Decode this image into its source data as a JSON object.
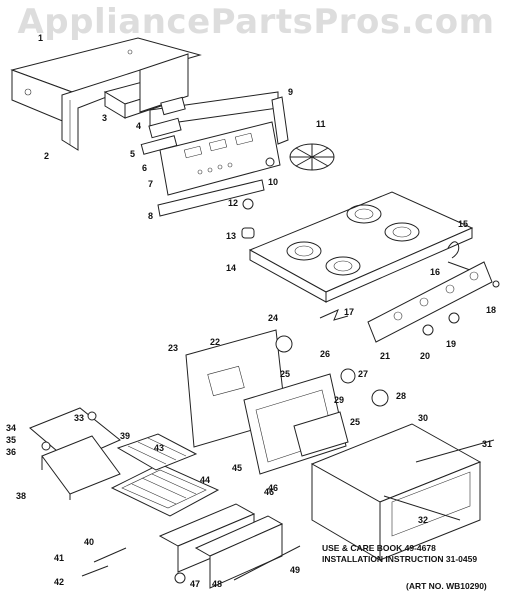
{
  "watermark": "AppliancePartsPros.com",
  "notes": {
    "line1": "USE & CARE BOOK 49-4678",
    "line2": "INSTALLATION INSTRUCTION 31-0459",
    "art": "(ART NO. WB10290)"
  },
  "callouts": [
    "1",
    "2",
    "3",
    "4",
    "5",
    "6",
    "7",
    "8",
    "9",
    "10",
    "11",
    "12",
    "13",
    "14",
    "15",
    "16",
    "17",
    "18",
    "19",
    "20",
    "21",
    "22",
    "23",
    "24",
    "25",
    "25",
    "26",
    "27",
    "28",
    "29",
    "30",
    "31",
    "32",
    "33",
    "34",
    "35",
    "36",
    "38",
    "39",
    "40",
    "41",
    "42",
    "43",
    "44",
    "45",
    "46",
    "46",
    "47",
    "48",
    "49"
  ]
}
